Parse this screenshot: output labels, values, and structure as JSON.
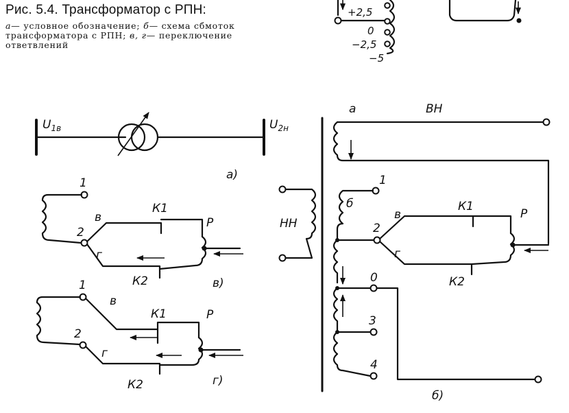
{
  "caption": {
    "title": "Рис. 5.4. Трансформатор с РПН:",
    "lines": [
      {
        "key": "а",
        "text": "— условное обозначение; "
      },
      {
        "key": "б",
        "text": "— схема сбмоток трансформатора с РПН; "
      },
      {
        "key": "в, г",
        "text": "— переключение ответвлений"
      }
    ]
  },
  "top_fragment": {
    "taps": [
      "+2,5",
      "0",
      "−2,5",
      "−5"
    ]
  },
  "fig_a": {
    "u1": "U1в",
    "u1_main": "U",
    "u1_sub": "1в",
    "u2_main": "U",
    "u2_sub": "2н",
    "tag": "а)"
  },
  "fig_v": {
    "tap1": "1",
    "tap2": "2",
    "branch_v": "в",
    "branch_g": "г",
    "k1": "К1",
    "k2": "К2",
    "reactor": "Р",
    "tag": "в)"
  },
  "fig_g": {
    "tap1": "1",
    "tap2": "2",
    "branch_v": "в",
    "branch_g": "г",
    "k1": "К1",
    "k2": "К2",
    "reactor": "Р",
    "tag": "г)"
  },
  "fig_b": {
    "a_label": "а",
    "vn": "ВН",
    "nn": "НН",
    "b_label": "б",
    "tap1": "1",
    "tap2": "2",
    "tap0": "0",
    "tap3": "3",
    "tap4": "4",
    "branch_v": "в",
    "branch_g": "г",
    "k1": "К1",
    "k2": "К2",
    "reactor": "Р",
    "tag": "б)"
  }
}
